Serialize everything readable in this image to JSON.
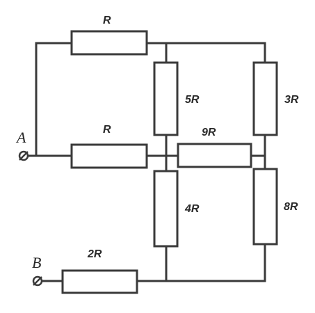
{
  "terminals": {
    "a": "A",
    "b": "B"
  },
  "resistors": {
    "top": "R",
    "middle_left": "R",
    "upper_center": "5R",
    "upper_right": "3R",
    "middle_bridge": "9R",
    "lower_center": "4R",
    "lower_right": "8R",
    "bottom_left": "2R"
  },
  "colors": {
    "wire": "#3a3a3a",
    "background": "#ffffff"
  }
}
